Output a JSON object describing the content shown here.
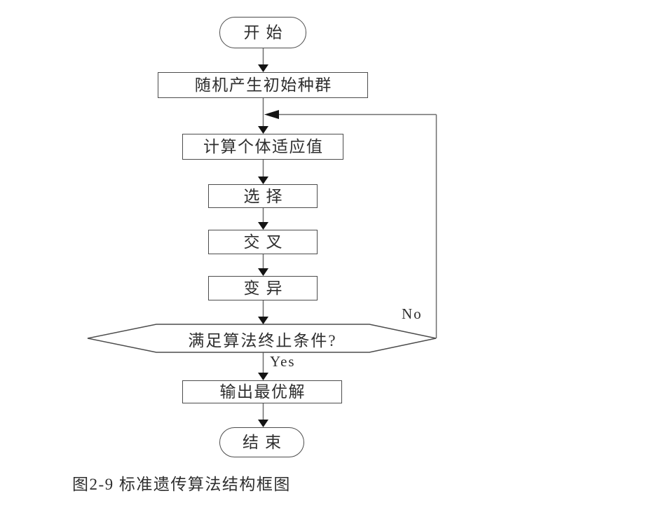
{
  "figure": {
    "caption": "图2-9 标准遗传算法结构框图",
    "diagram": {
      "type": "flowchart",
      "nodes": [
        {
          "id": "start",
          "shape": "terminator",
          "label": "开始"
        },
        {
          "id": "init-population",
          "shape": "process",
          "label": "随机产生初始种群"
        },
        {
          "id": "fitness",
          "shape": "process",
          "label": "计算个体适应值"
        },
        {
          "id": "selection",
          "shape": "process",
          "label": "选择"
        },
        {
          "id": "crossover",
          "shape": "process",
          "label": "交叉"
        },
        {
          "id": "mutation",
          "shape": "process",
          "label": "变异"
        },
        {
          "id": "termination",
          "shape": "decision",
          "label": "满足算法终止条件?"
        },
        {
          "id": "output",
          "shape": "process",
          "label": "输出最优解"
        },
        {
          "id": "end",
          "shape": "terminator",
          "label": "结束"
        }
      ],
      "edges": [
        {
          "from": "start",
          "to": "init-population",
          "label": ""
        },
        {
          "from": "init-population",
          "to": "fitness",
          "label": ""
        },
        {
          "from": "fitness",
          "to": "selection",
          "label": ""
        },
        {
          "from": "selection",
          "to": "crossover",
          "label": ""
        },
        {
          "from": "crossover",
          "to": "mutation",
          "label": ""
        },
        {
          "from": "mutation",
          "to": "termination",
          "label": ""
        },
        {
          "from": "termination",
          "to": "output",
          "label": "Yes"
        },
        {
          "from": "termination",
          "to": "fitness",
          "label": "No"
        },
        {
          "from": "output",
          "to": "end",
          "label": ""
        }
      ],
      "edge_labels": {
        "yes": "Yes",
        "no": "No"
      },
      "colors": {
        "background": "#ffffff",
        "node_border": "#4c4c4c",
        "connector_line": "#6e6e6e",
        "arrowhead": "#141414",
        "text": "#2e2e2e"
      }
    }
  }
}
